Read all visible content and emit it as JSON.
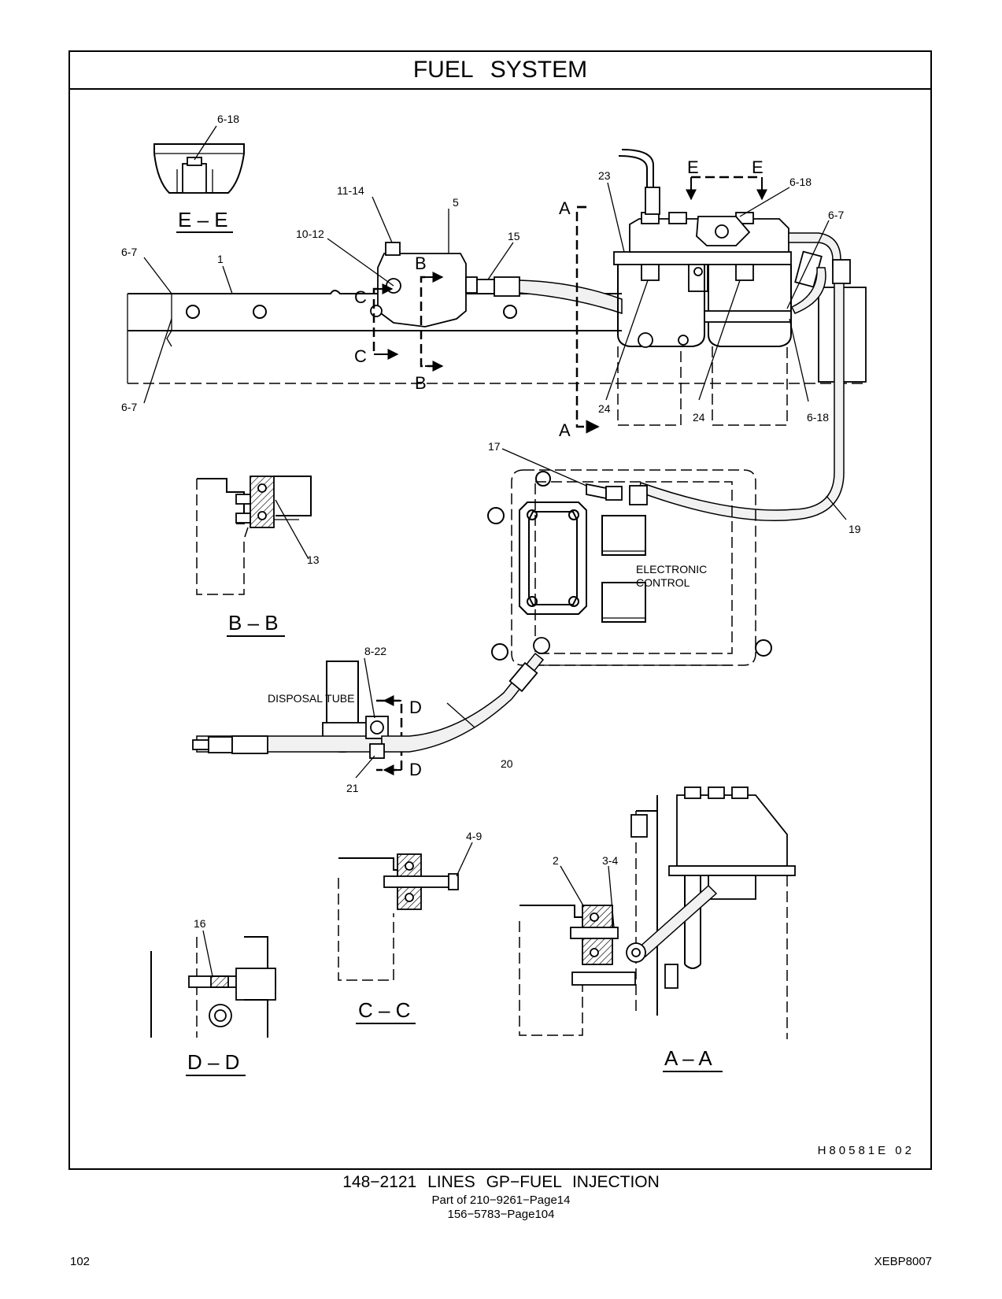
{
  "header": {
    "title": "FUEL SYSTEM"
  },
  "drawing_id": "H80581E   02",
  "footer": {
    "title": "148−2121  LINES GP−FUEL INJECTION",
    "part_of_1": "Part of 210−9261−Page14",
    "part_of_2": "156−5783−Page104",
    "page_number": "102",
    "doc_code": "XEBP8007"
  },
  "section_views": {
    "ee": "E – E",
    "bb": "B – B",
    "cc": "C – C",
    "dd": "D – D",
    "aa": "A – A"
  },
  "cut_letters": {
    "a": "A",
    "b": "B",
    "c": "C",
    "d": "D",
    "e": "E"
  },
  "text_labels": {
    "ecm": "ELECTRONIC",
    "ecm2": "CONTROL",
    "disposal": "DISPOSAL TUBE"
  },
  "callouts": {
    "c_6_18_ee": "6-18",
    "c_11_14": "11-14",
    "c_5": "5",
    "c_10_12": "10-12",
    "c_15": "15",
    "c_6_7_a": "6-7",
    "c_1": "1",
    "c_6_7_b": "6-7",
    "c_23": "23",
    "c_6_18_top": "6-18",
    "c_6_7_right": "6-7",
    "c_24_left": "24",
    "c_24_right": "24",
    "c_6_18_right": "6-18",
    "c_17": "17",
    "c_19": "19",
    "c_13": "13",
    "c_8_22": "8-22",
    "c_20": "20",
    "c_21": "21",
    "c_4_9": "4-9",
    "c_2": "2",
    "c_3_4": "3-4",
    "c_16": "16"
  }
}
